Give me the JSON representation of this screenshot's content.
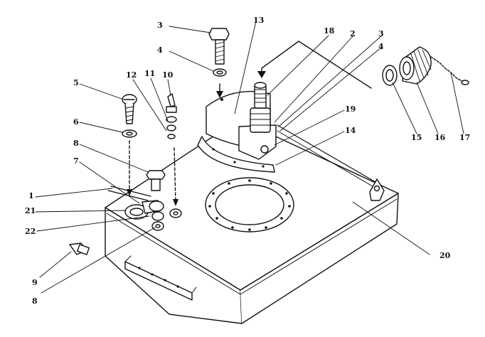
{
  "callouts": [
    {
      "id": "c-1",
      "text": "1"
    },
    {
      "id": "c-2",
      "text": "2"
    },
    {
      "id": "c-3a",
      "text": "3"
    },
    {
      "id": "c-3b",
      "text": "3"
    },
    {
      "id": "c-4a",
      "text": "4"
    },
    {
      "id": "c-4b",
      "text": "4"
    },
    {
      "id": "c-5",
      "text": "5"
    },
    {
      "id": "c-6",
      "text": "6"
    },
    {
      "id": "c-7",
      "text": "7"
    },
    {
      "id": "c-8a",
      "text": "8"
    },
    {
      "id": "c-8b",
      "text": "8"
    },
    {
      "id": "c-9",
      "text": "9"
    },
    {
      "id": "c-10",
      "text": "10"
    },
    {
      "id": "c-11",
      "text": "11"
    },
    {
      "id": "c-12",
      "text": "12"
    },
    {
      "id": "c-13",
      "text": "13"
    },
    {
      "id": "c-14",
      "text": "14"
    },
    {
      "id": "c-15",
      "text": "15"
    },
    {
      "id": "c-16",
      "text": "16"
    },
    {
      "id": "c-17",
      "text": "17"
    },
    {
      "id": "c-18",
      "text": "18"
    },
    {
      "id": "c-19",
      "text": "19"
    },
    {
      "id": "c-20",
      "text": "20"
    },
    {
      "id": "c-21",
      "text": "21"
    },
    {
      "id": "c-22",
      "text": "22"
    }
  ],
  "colors": {
    "ink": "#111111",
    "paper": "#ffffff"
  }
}
